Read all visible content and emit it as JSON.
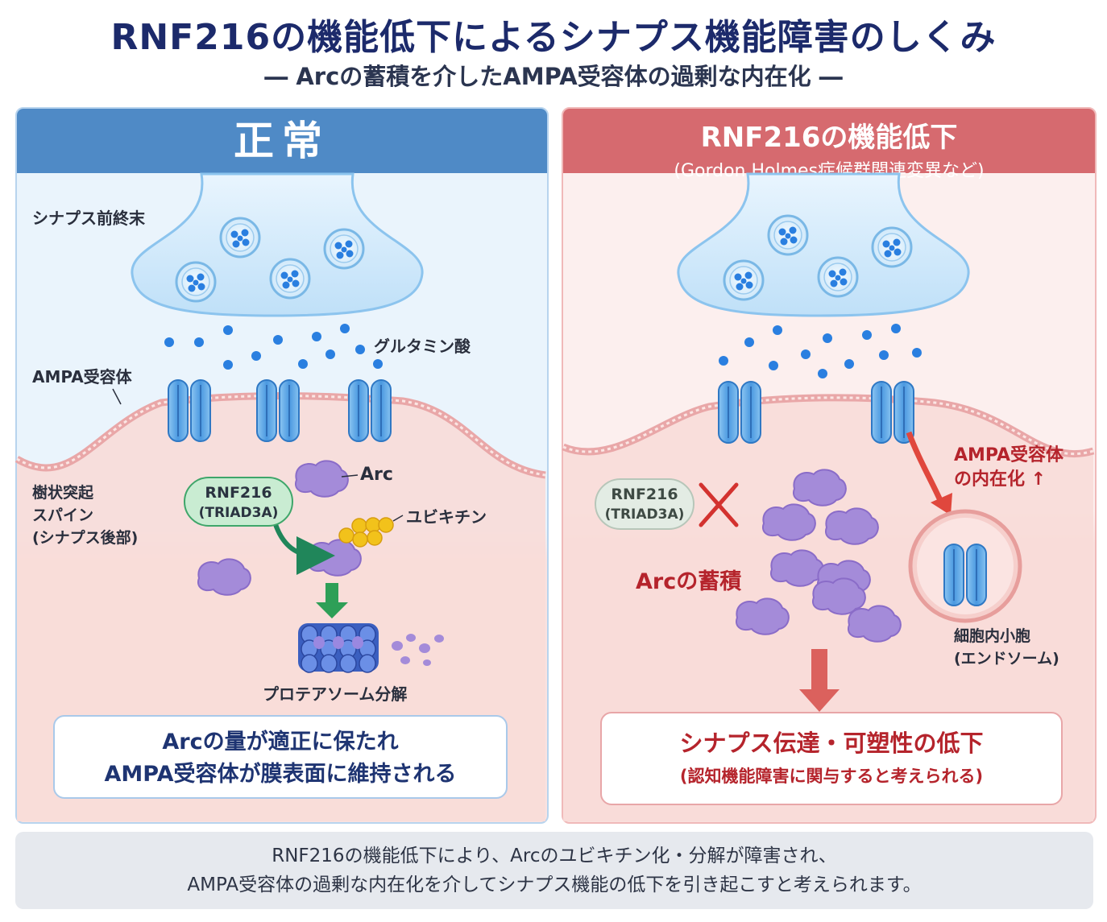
{
  "title": "RNF216の機能低下によるシナプス機能障害のしくみ",
  "subtitle": "― Arcの蓄積を介したAMPA受容体の過剰な内在化 ―",
  "normal": {
    "header": "正常",
    "presynaptic_label": "シナプス前終末",
    "glutamate_label": "グルタミン酸",
    "ampa_label": "AMPA受容体",
    "arc_label": "Arc",
    "spine_label": [
      "樹状突起",
      "スパイン",
      "(シナプス後部)"
    ],
    "rnf216_label": [
      "RNF216",
      "(TRIAD3A)"
    ],
    "ubiquitin_label": "ユビキチン",
    "proteasome_label": "プロテアソーム分解",
    "summary": [
      "Arcの量が適正に保たれ",
      "AMPA受容体が膜表面に維持される"
    ]
  },
  "impaired": {
    "header": "RNF216の機能低下",
    "header_sub": "(Gordon Holmes症候群関連変異など)",
    "rnf216_label": [
      "RNF216",
      "(TRIAD3A)"
    ],
    "arc_accumulation_label": "Arcの蓄積",
    "internalization_label": [
      "AMPA受容体",
      "の内在化 ↑"
    ],
    "endosome_label": [
      "細胞内小胞",
      "(エンドソーム)"
    ],
    "summary_main": "シナプス伝達・可塑性の低下",
    "summary_sub": "(認知機能障害に関与すると考えられる)"
  },
  "footer": [
    "RNF216の機能低下により、Arcのユビキチン化・分解が障害され、",
    "AMPA受容体の過剰な内在化を介してシナプス機能の低下を引き起こすと考えられます。"
  ],
  "colors": {
    "normal_header": "#4f8ac6",
    "impaired_header": "#d66a6f",
    "receptor": "#5aa4e6",
    "arc": "#a58ad8",
    "ubiquitin": "#f2c21b",
    "alert_red": "#b5242c"
  }
}
